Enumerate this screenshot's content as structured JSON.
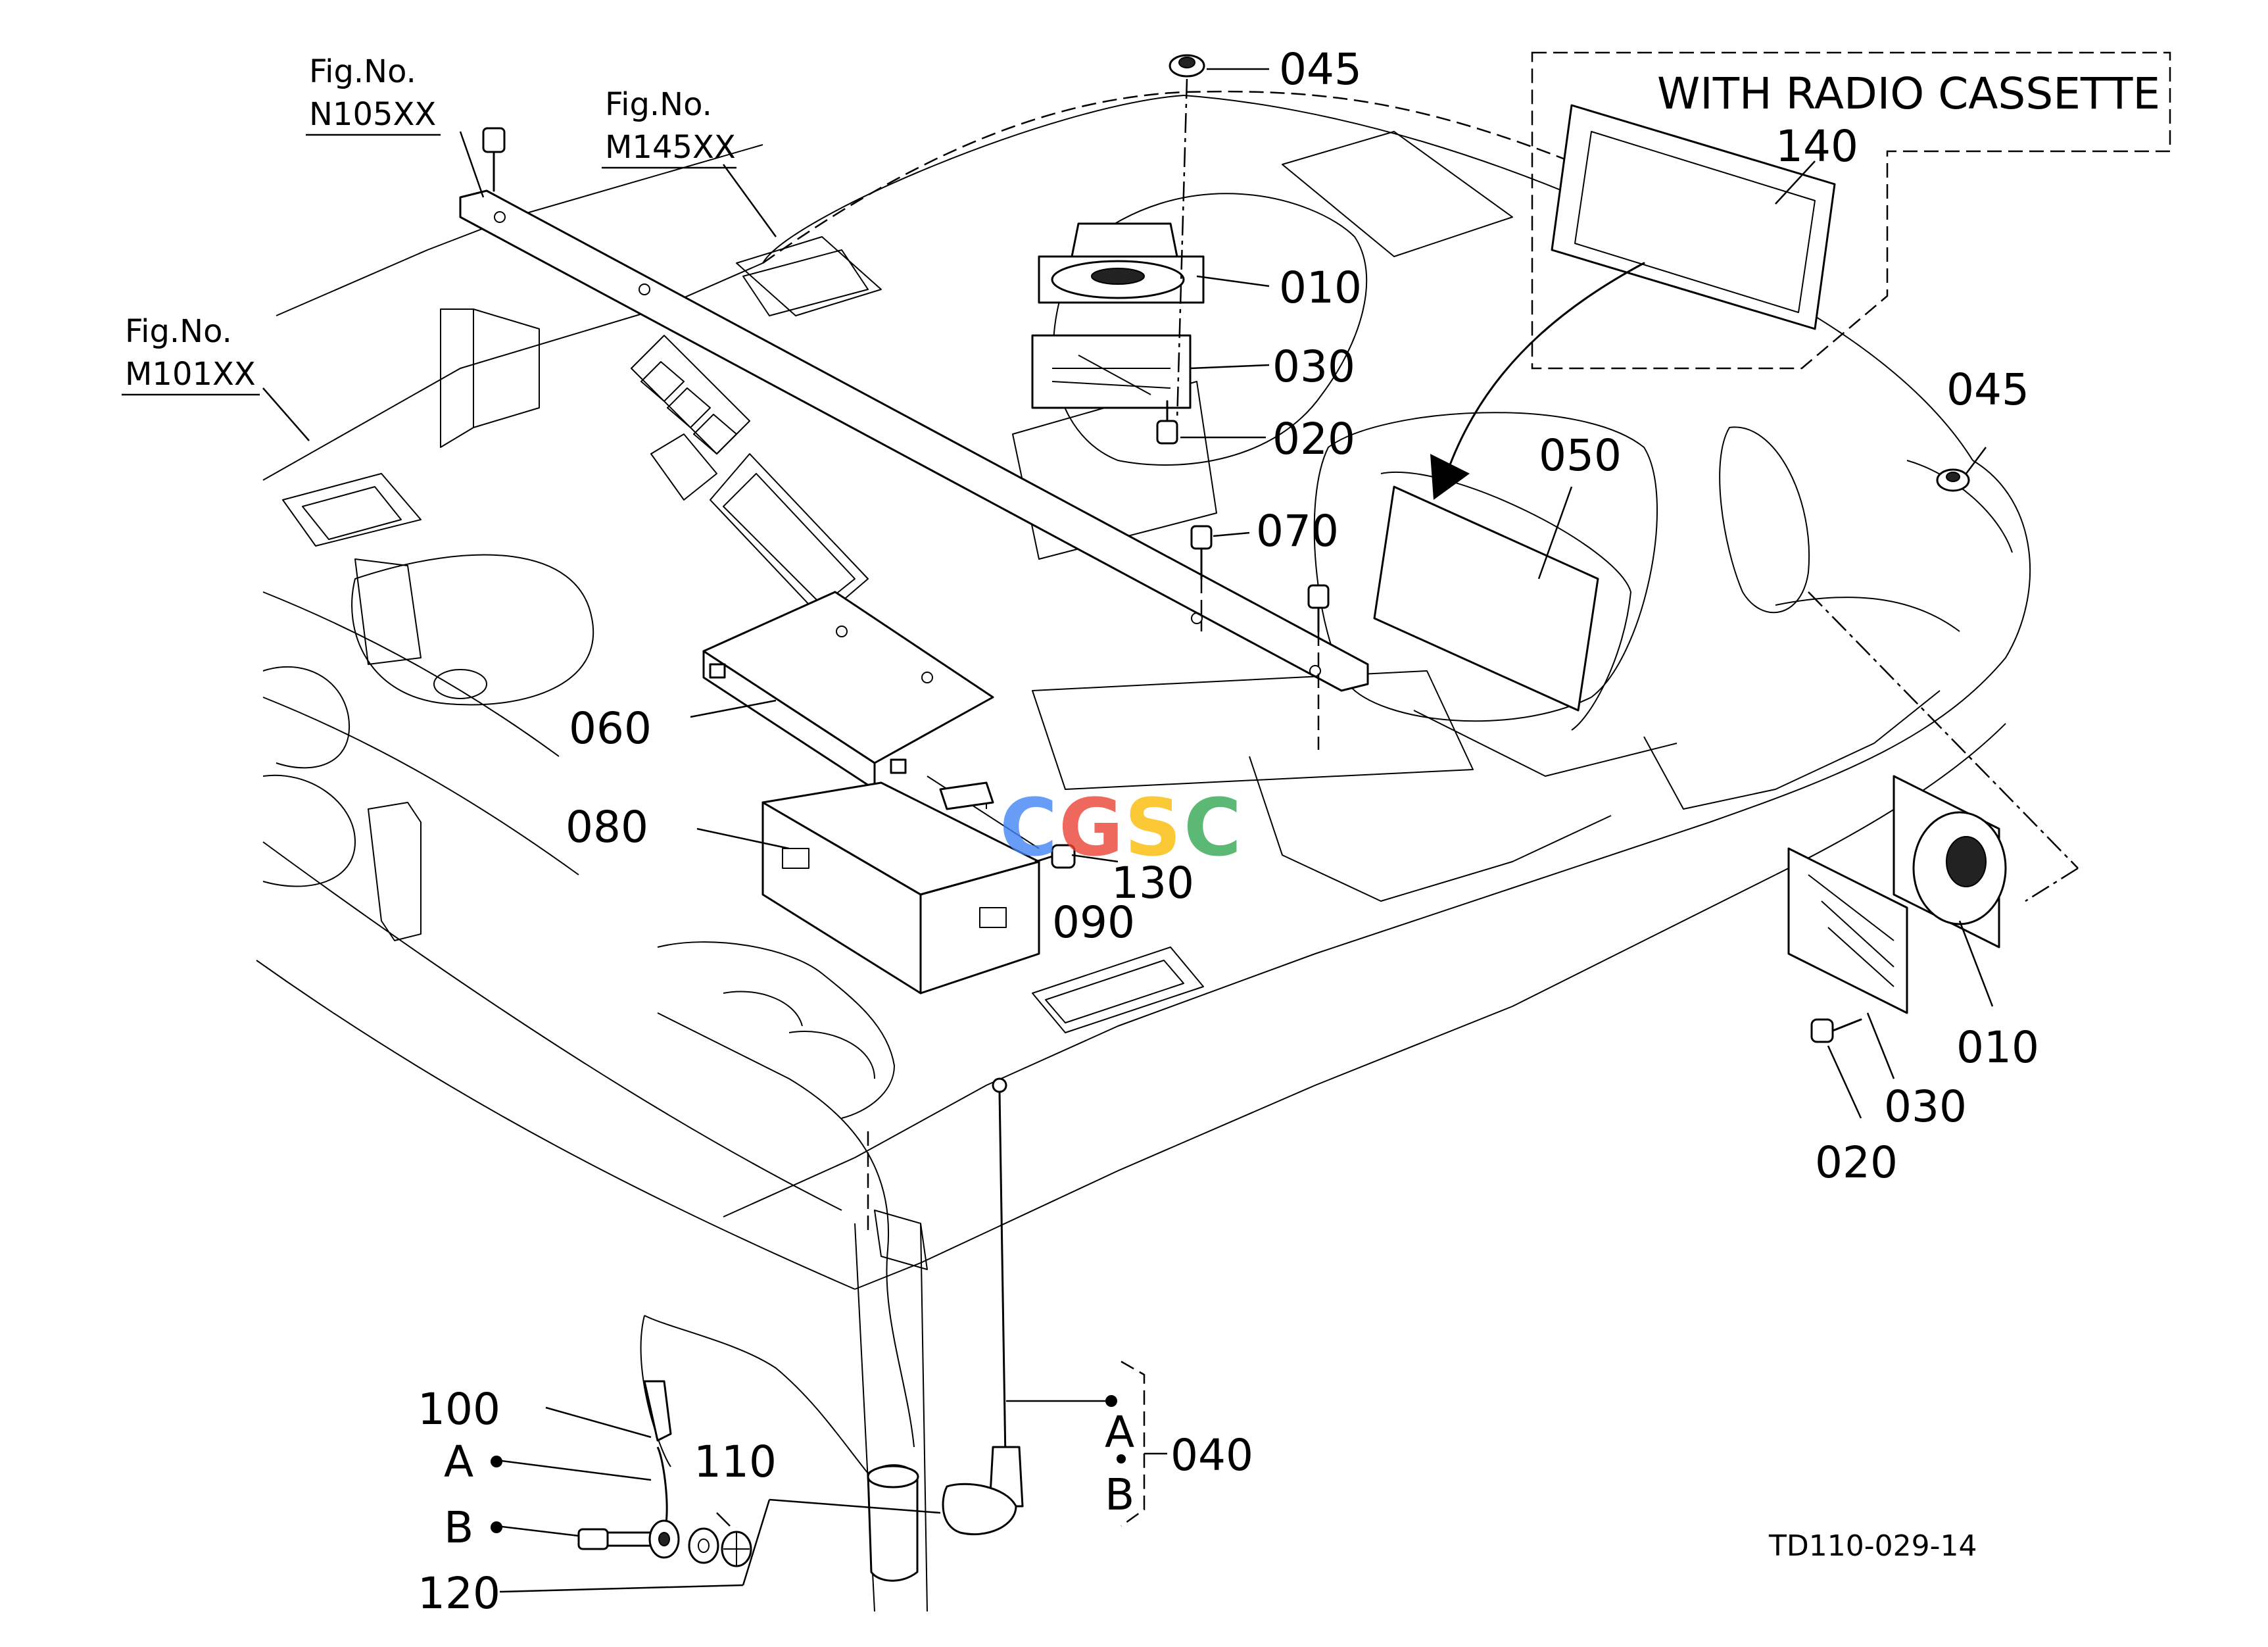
{
  "callouts": {
    "c045_top": "045",
    "c045_right": "045",
    "c010_top": "010",
    "c030_top": "030",
    "c020_top": "020",
    "c050": "050",
    "c070": "070",
    "c060": "060",
    "c080": "080",
    "c130": "130",
    "c090": "090",
    "c140": "140",
    "c010_right": "010",
    "c030_right": "030",
    "c020_right": "020",
    "c100": "100",
    "c110": "110",
    "c120": "120",
    "c040": "040",
    "marker_a": "A",
    "marker_b": "B",
    "marker_a_bracket": "A",
    "marker_b_bracket": "B"
  },
  "fig_refs": [
    {
      "label": "Fig.No.",
      "number": "N105XX"
    },
    {
      "label": "Fig.No.",
      "number": "M145XX"
    },
    {
      "label": "Fig.No.",
      "number": "M101XX"
    }
  ],
  "option_box": {
    "title": "WITH RADIO CASSETTE"
  },
  "watermark": "CGSC",
  "drawing_code": "TD110-029-14"
}
